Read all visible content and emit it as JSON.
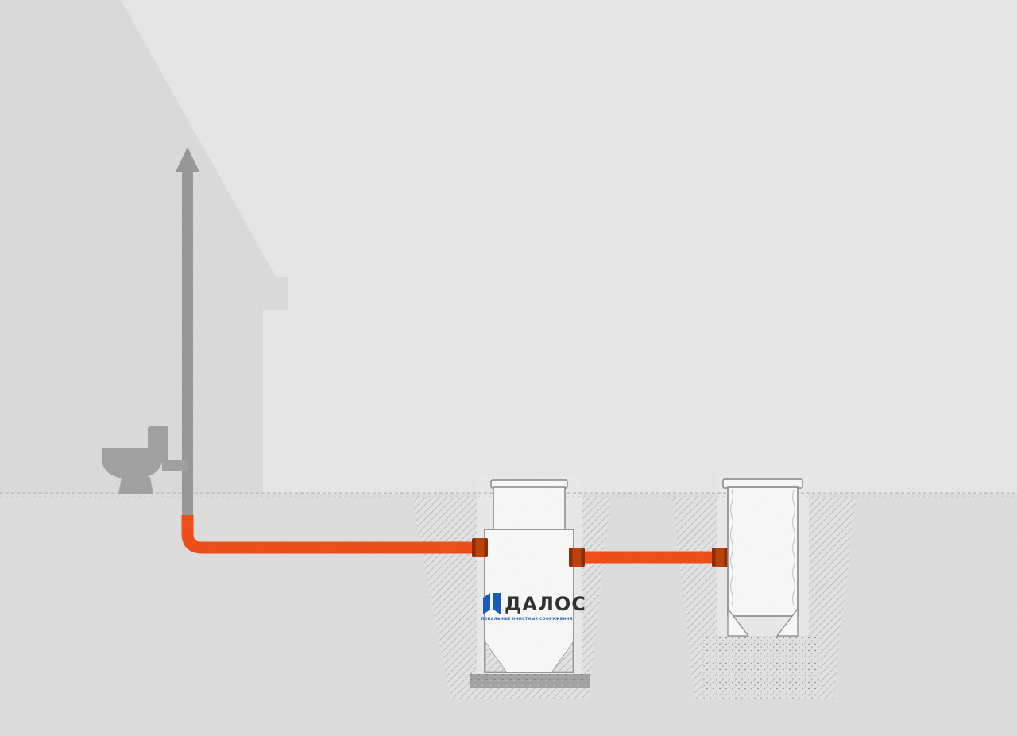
{
  "diagram": {
    "type": "technical-illustration",
    "subject": "septic-tank-installation-scheme",
    "brand": {
      "logo_text": "ДАЛОС",
      "tagline": "ЛОКАЛЬНЫЕ ОЧИСТНЫЕ СООРУЖЕНИЯ"
    },
    "colors": {
      "sky": "#eeeeee",
      "underground": "#e4e4e4",
      "house": "#e1e1e1",
      "fixture": "#a6a6a6",
      "vent_pipe": "#9d9d9d",
      "pipe": "#f6521c",
      "coupling": "#c0450f",
      "coupling_dark": "#8f3009",
      "tank_outline": "#8c8c8c",
      "concrete": "#a8a8a8",
      "logo_blue": "#1d5fc2",
      "logo_text_color": "#333333"
    }
  }
}
